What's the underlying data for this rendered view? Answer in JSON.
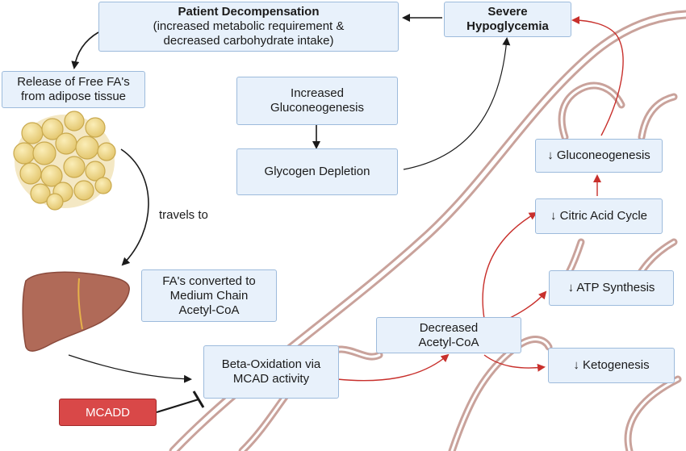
{
  "nodes": {
    "patient_title": "Patient Decompensation",
    "patient_sub": "(increased metabolic requirement &\ndecreased carbohydrate intake)",
    "severe": "Severe\nHypoglycemia",
    "release": "Release of Free FA's\nfrom adipose tissue",
    "increased_gluco": "Increased\nGluconeogenesis",
    "glycogen": "Glycogen Depletion",
    "dec_gluco": "↓ Gluconeogenesis",
    "citric": "↓ Citric Acid Cycle",
    "atp": "↓ ATP Synthesis",
    "keto": "↓ Ketogenesis",
    "fa_converted": "FA's converted to\nMedium Chain\nAcetyl-CoA",
    "decreased_acetyl": "Decreased\nAcetyl-CoA",
    "beta_ox": "Beta-Oxidation via\nMCAD activity",
    "mcadd": "MCADD"
  },
  "labels": {
    "travels_to": "travels to"
  },
  "colors": {
    "box_fill": "#e8f1fb",
    "box_border": "#9dbbdc",
    "mito_membrane": "#c9a29b",
    "fat_cell": "#f2dc8c",
    "liver": "#b06a58",
    "red_arrow": "#c8302c",
    "mcadd": "#d94848"
  },
  "icons": [
    "adipose-tissue-icon",
    "liver-icon",
    "mitochondrion-icon"
  ]
}
